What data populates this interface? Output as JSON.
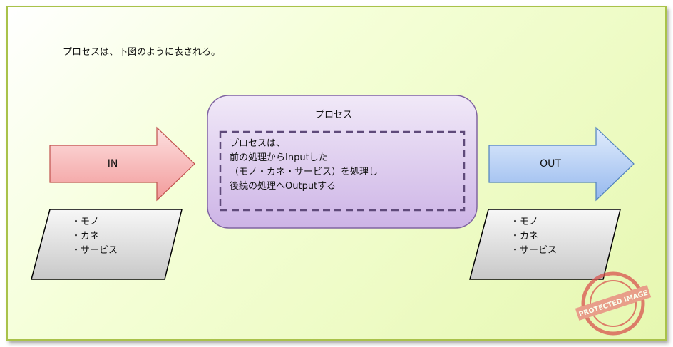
{
  "caption": "プロセスは、下図のように表される。",
  "input_arrow": {
    "label": "IN"
  },
  "output_arrow": {
    "label": "OUT"
  },
  "process": {
    "title": "プロセス",
    "lines": [
      "プロセスは、",
      "前の処理からInputした",
      "（モノ・カネ・サービス）を処理し",
      "後続の処理へOutputする"
    ]
  },
  "input_items": [
    "・モノ",
    "・カネ",
    "・サービス"
  ],
  "output_items": [
    "・モノ",
    "・カネ",
    "・サービス"
  ],
  "stamp": {
    "text": "PROTECTED IMAGE"
  },
  "colors": {
    "in_arrow": "#f4a6a6",
    "out_arrow": "#a9c7f2",
    "process_fill": "#dcc8ee",
    "process_border": "#8a6bb0",
    "data_fill": "#d9d9d9"
  }
}
